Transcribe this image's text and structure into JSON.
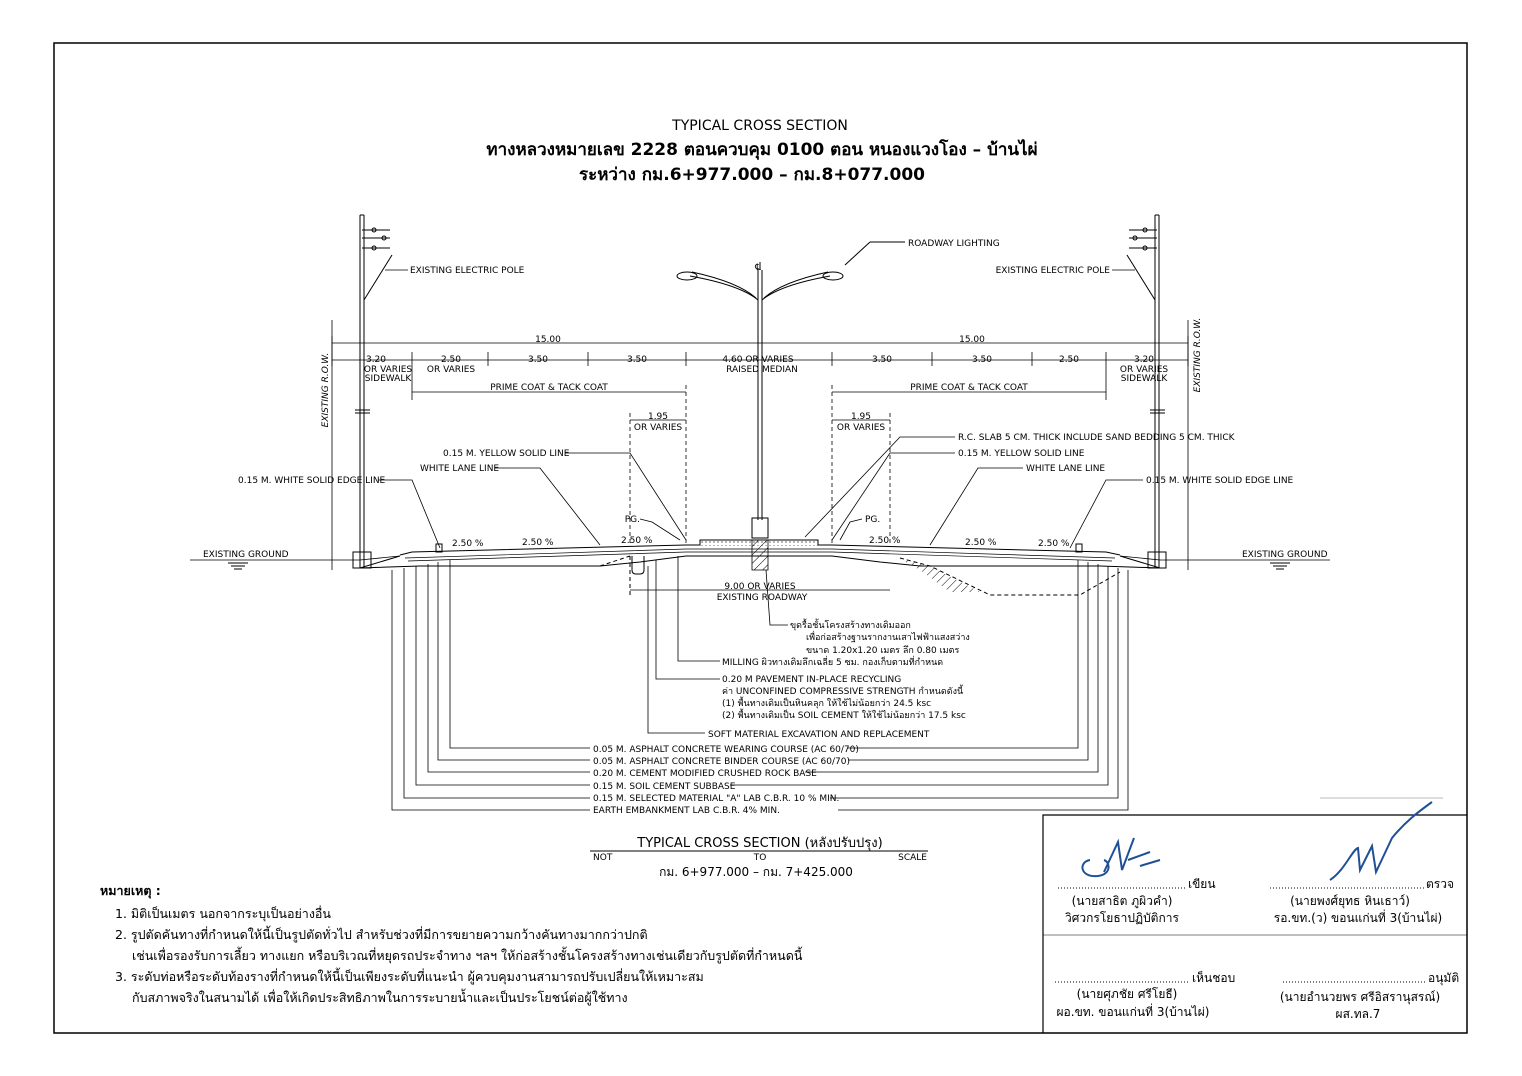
{
  "title": {
    "line1": "TYPICAL CROSS SECTION",
    "line2": "ทางหลวงหมายเลข  2228   ตอนควบคุม 0100   ตอน หนองแวงโอง – บ้านไผ่",
    "line3": "ระหว่าง   กม.6+977.000 – กม.8+077.000"
  },
  "labels": {
    "roadway_lighting": "ROADWAY LIGHTING",
    "existing_pole_left": "EXISTING ELECTRIC POLE",
    "existing_pole_right": "EXISTING ELECTRIC POLE",
    "row_left": "EXISTING R.O.W.",
    "row_right": "EXISTING R.O.W.",
    "cl": "℄",
    "half_width_left": "15.00",
    "half_width_right": "15.00",
    "sidewalk_left_width": "3.20",
    "sidewalk_left_varies": "OR VARIES",
    "sidewalk_left_name": "SIDEWALK",
    "shoulder_left_width": "2.50",
    "shoulder_left_varies": "OR VARIES",
    "lane_l1": "3.50",
    "lane_l2": "3.50",
    "median_width": "4.60 OR VARIES",
    "median_name": "RAISED MEDIAN",
    "lane_r1": "3.50",
    "lane_r2": "3.50",
    "shoulder_right_width": "2.50",
    "sidewalk_right_width": "3.20",
    "sidewalk_right_varies": "OR VARIES",
    "sidewalk_right_name": "SIDEWALK",
    "prime_left": "PRIME COAT & TACK COAT",
    "prime_right": "PRIME COAT & TACK COAT",
    "d195_left": "1.95",
    "d195_left_varies": "OR VARIES",
    "d195_right": "1.95",
    "d195_right_varies": "OR VARIES",
    "rc_slab": "R.C. SLAB 5 CM. THICK INCLUDE SAND BEDDING 5 CM. THICK",
    "yellow_left": "0.15 M. YELLOW SOLID LINE",
    "yellow_right": "0.15 M. YELLOW SOLID LINE",
    "white_lane_left": "WHITE LANE LINE",
    "white_lane_right": "WHITE LANE LINE",
    "edge_left": "0.15 M. WHITE SOLID EDGE LINE",
    "edge_right": "0.15 M. WHITE SOLID EDGE LINE",
    "pg_left": "PG.",
    "pg_right": "PG.",
    "slope1": "2.50 %",
    "slope2": "2.50 %",
    "slope3": "2.50 %",
    "slope4": "2.50 %",
    "slope5": "2.50 %",
    "slope6": "2.50 %",
    "ground_left": "EXISTING GROUND",
    "ground_right": "EXISTING GROUND",
    "existing_roadway_width": "9.00 OR VARIES",
    "existing_roadway": "EXISTING ROADWAY",
    "excavate_1": "ขุดรื้อชั้นโครงสร้างทางเดิมออก",
    "excavate_2": "เพื่อก่อสร้างฐานรากงานเสาไฟฟ้าแสงสว่าง",
    "excavate_3": "ขนาด 1.20x1.20 เมตร ลึก 0.80 เมตร",
    "milling": "MILLING ผิวทางเดิมลึกเฉลี่ย 5 ซม. กองเก็บตามที่กำหนด",
    "recycling_1": "0.20 M PAVEMENT IN-PLACE RECYCLING",
    "recycling_2": "ค่า UNCONFINED COMPRESSIVE STRENGTH  กำหนดดังนี้",
    "recycling_3": "(1)  พื้นทางเดิมเป็นหินคลุก  ให้ใช้ไม่น้อยกว่า  24.5 ksc",
    "recycling_4": "(2)  พื้นทางเดิมเป็น SOIL CEMENT  ให้ใช้ไม่น้อยกว่า 17.5 ksc",
    "soft_material": "SOFT MATERIAL EXCAVATION AND REPLACEMENT",
    "layer_1": "0.05 M. ASPHALT CONCRETE WEARING COURSE (AC 60/70)",
    "layer_2": "0.05 M. ASPHALT CONCRETE BINDER COURSE (AC 60/70)",
    "layer_3": "0.20 M. CEMENT MODIFIED CRUSHED ROCK BASE",
    "layer_4": "0.15 M. SOIL CEMENT SUBBASE",
    "layer_5": "0.15 M. SELECTED MATERIAL \"A\" LAB C.B.R. 10 % MIN.",
    "layer_6": "EARTH EMBANKMENT LAB C.B.R. 4% MIN."
  },
  "subtitle": {
    "main": "TYPICAL CROSS SECTION (หลังปรับปรุง)",
    "not": "NOT",
    "to": "TO",
    "scale": "SCALE",
    "range": "กม. 6+977.000 – กม. 7+425.000"
  },
  "notes": {
    "header": "หมายเหตุ :",
    "n1": "1.  มิติเป็นเมตร  นอกจากระบุเป็นอย่างอื่น",
    "n2a": "2.  รูปตัดคันทางที่กำหนดให้นี้เป็นรูปตัดทั่วไป  สำหรับช่วงที่มีการขยายความกว้างคันทางมากกว่าปกติ",
    "n2b": "เช่นเพื่อรองรับการเลี้ยว  ทางแยก  หรือบริเวณที่หยุดรถประจำทาง  ฯลฯ  ให้ก่อสร้างชั้นโครงสร้างทางเช่นเดียวกับรูปตัดที่กำหนดนี้",
    "n3a": "3.  ระดับท่อหรือระดับท้องรางที่กำหนดให้นี้เป็นเพียงระดับที่แนะนำ  ผู้ควบคุมงานสามารถปรับเปลี่ยนให้เหมาะสม",
    "n3b": "กับสภาพจริงในสนามได้  เพื่อให้เกิดประสิทธิภาพในการระบายน้ำและเป็นประโยชน์ต่อผู้ใช้ทาง"
  },
  "signatures": {
    "s1_role": "เขียน",
    "s1_name": "(นายสาธิต  ภูผิวคำ)",
    "s1_title": "วิศวกรโยธาปฏิบัติการ",
    "s2_role": "ตรวจ",
    "s2_name": "(นายพงศ์ยุทธ  หินเธาว์)",
    "s2_title": "รอ.ขท.(ว)  ขอนแก่นที่ 3(บ้านไผ่)",
    "s3_role": "เห็นชอบ",
    "s3_name": "(นายศุภชัย   ศรีโยธี)",
    "s3_title": "ผอ.ขท.  ขอนแก่นที่ 3(บ้านไผ่)",
    "s4_role": "อนุมัติ",
    "s4_name": "(นายอำนวยพร  ศรีอิสรานุสรณ์)",
    "s4_title": "ผส.ทล.7"
  },
  "colors": {
    "ink": "#000000",
    "signature_ink": "#1f4f96",
    "background": "#ffffff"
  }
}
